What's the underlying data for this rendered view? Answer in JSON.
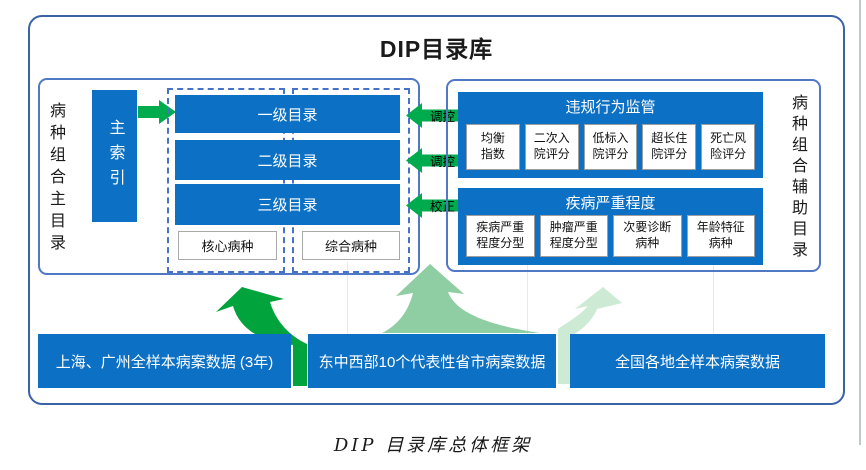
{
  "title": "DIP目录库",
  "caption": "DIP 目录库总体框架",
  "left_panel": {
    "side_label": "病种组合主目录",
    "main_index": "主索引",
    "levels": [
      "一级目录",
      "二级目录",
      "三级目录"
    ],
    "core_label": "核心病种",
    "comprehensive_label": "综合病种"
  },
  "right_panel": {
    "side_label": "病种组合辅助目录",
    "supervision": {
      "title": "违规行为监管",
      "items": [
        "均衡\n指数",
        "二次入\n院评分",
        "低标入\n院评分",
        "超长住\n院评分",
        "死亡风\n险评分"
      ]
    },
    "severity": {
      "title": "疾病严重程度",
      "items": [
        "疾病严重\n程度分型",
        "肿瘤严重\n程度分型",
        "次要诊断\n病种",
        "年龄特征\n病种"
      ]
    }
  },
  "flow_arrows": {
    "regulate_1": "调控",
    "regulate_2": "调控",
    "correct": "校正"
  },
  "data_sources": [
    "上海、广州全样本病案数据 (3年)",
    "东中西部10个代表性省市病案数据",
    "全国各地全样本病案数据"
  ],
  "colors": {
    "box_blue": "#0c70c4",
    "outer_border": "#3a62a7",
    "panel_border": "#4f78c5",
    "arrow_green": "#00ab4e",
    "upflow_dark_green": "#00a33c",
    "upflow_mid_green": "#8fcda2",
    "upflow_light_green": "#cdead4"
  }
}
